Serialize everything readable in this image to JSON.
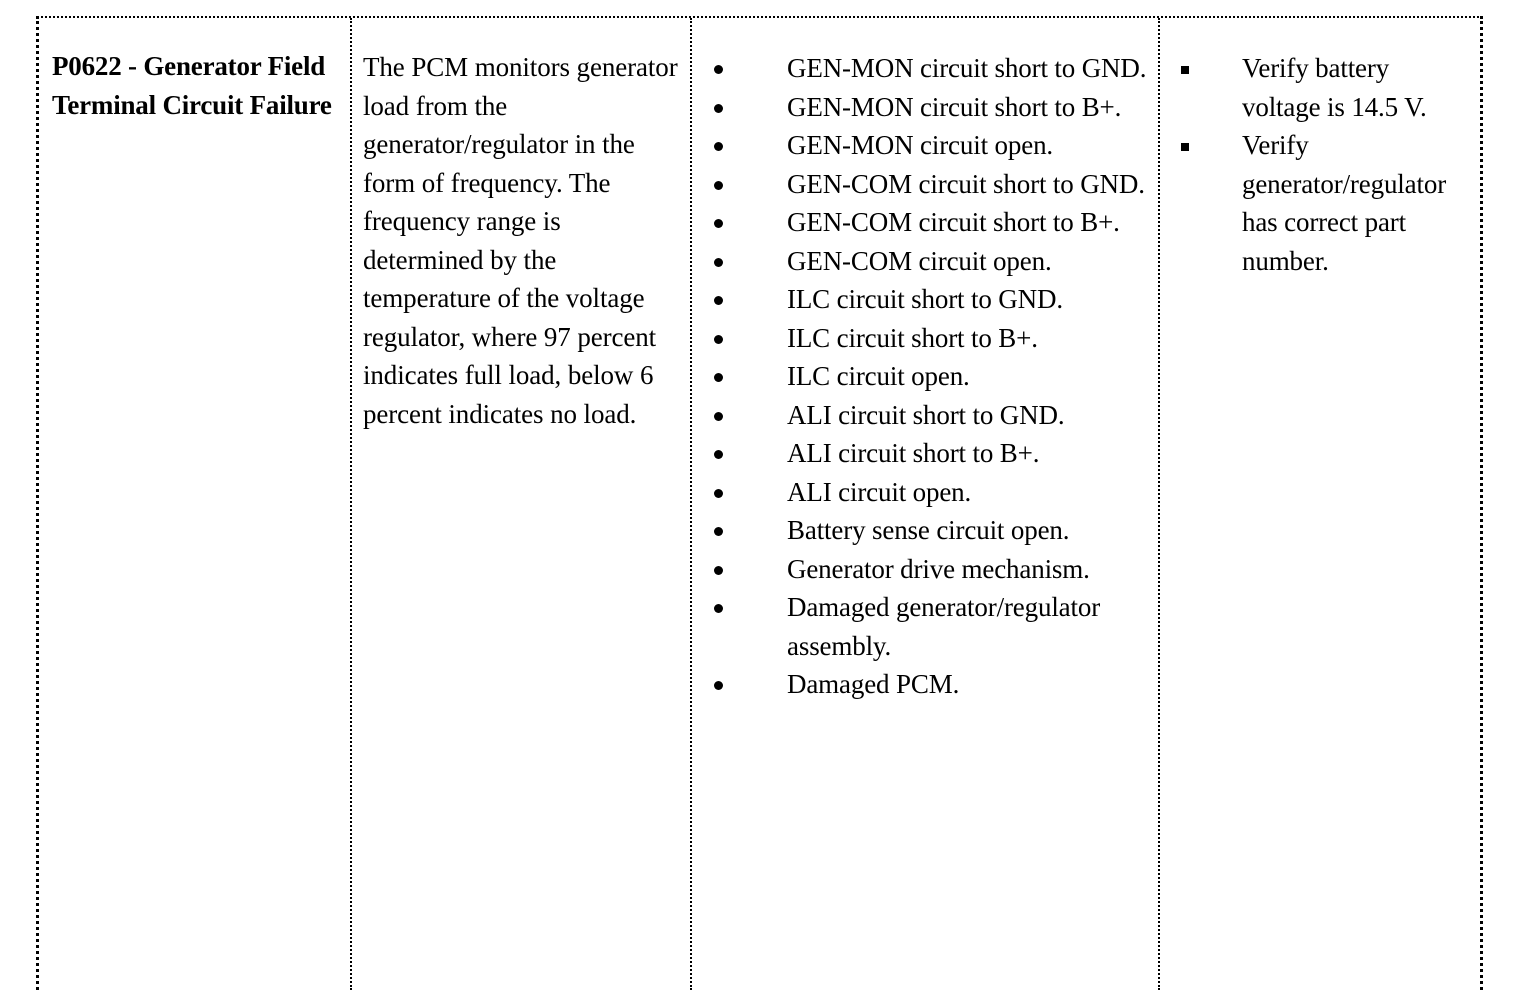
{
  "document": {
    "type": "diagnostic-trouble-code-table",
    "columns": 4
  },
  "row": {
    "code_cell": {
      "title": "P0622 - Generator Field Terminal Circuit Failure"
    },
    "description_cell": {
      "text": "The PCM monitors generator load from the generator/regulator in the form of frequency. The frequency range is determined by the temperature of the voltage regulator, where 97 percent indicates full load, below 6 percent indicates no load."
    },
    "possible_causes_cell": {
      "bullet_style": "round",
      "items": [
        "GEN-MON circuit short to GND.",
        "GEN-MON circuit short to B+.",
        "GEN-MON circuit open.",
        "GEN-COM circuit short to GND.",
        "GEN-COM circuit short to B+.",
        "GEN-COM circuit open.",
        "ILC circuit short to GND.",
        "ILC circuit short to B+.",
        "ILC circuit open.",
        "ALI circuit short to GND.",
        "ALI circuit short to B+.",
        "ALI circuit open.",
        "Battery sense circuit open.",
        "Generator drive mechanism.",
        "Damaged generator/regulator assembly.",
        "Damaged PCM."
      ]
    },
    "verification_cell": {
      "bullet_style": "square",
      "items": [
        "Verify battery voltage is 14.5 V.",
        "Verify generator/regulator has correct part number."
      ]
    }
  }
}
